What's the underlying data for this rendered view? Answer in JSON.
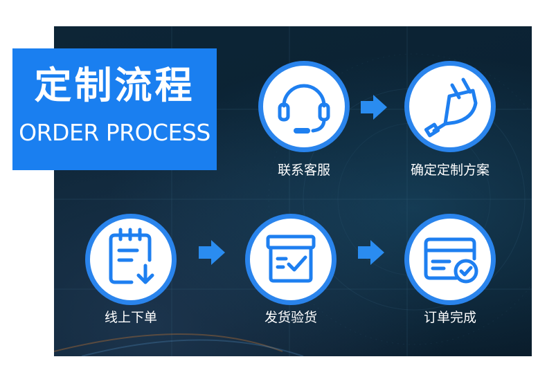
{
  "title": {
    "cn": "定制流程",
    "en": "ORDER PROCESS"
  },
  "steps": [
    {
      "label": "联系客服",
      "icon": "headset-icon"
    },
    {
      "label": "确定定制方案",
      "icon": "plug-icon"
    },
    {
      "label": "线上下单",
      "icon": "clipboard-download-icon"
    },
    {
      "label": "发货验货",
      "icon": "box-check-icon"
    },
    {
      "label": "订单完成",
      "icon": "card-check-icon"
    }
  ],
  "colors": {
    "accent": "#1a7ff0",
    "ring": "#2a84ec",
    "background": "#0b2233",
    "text": "#ffffff"
  }
}
